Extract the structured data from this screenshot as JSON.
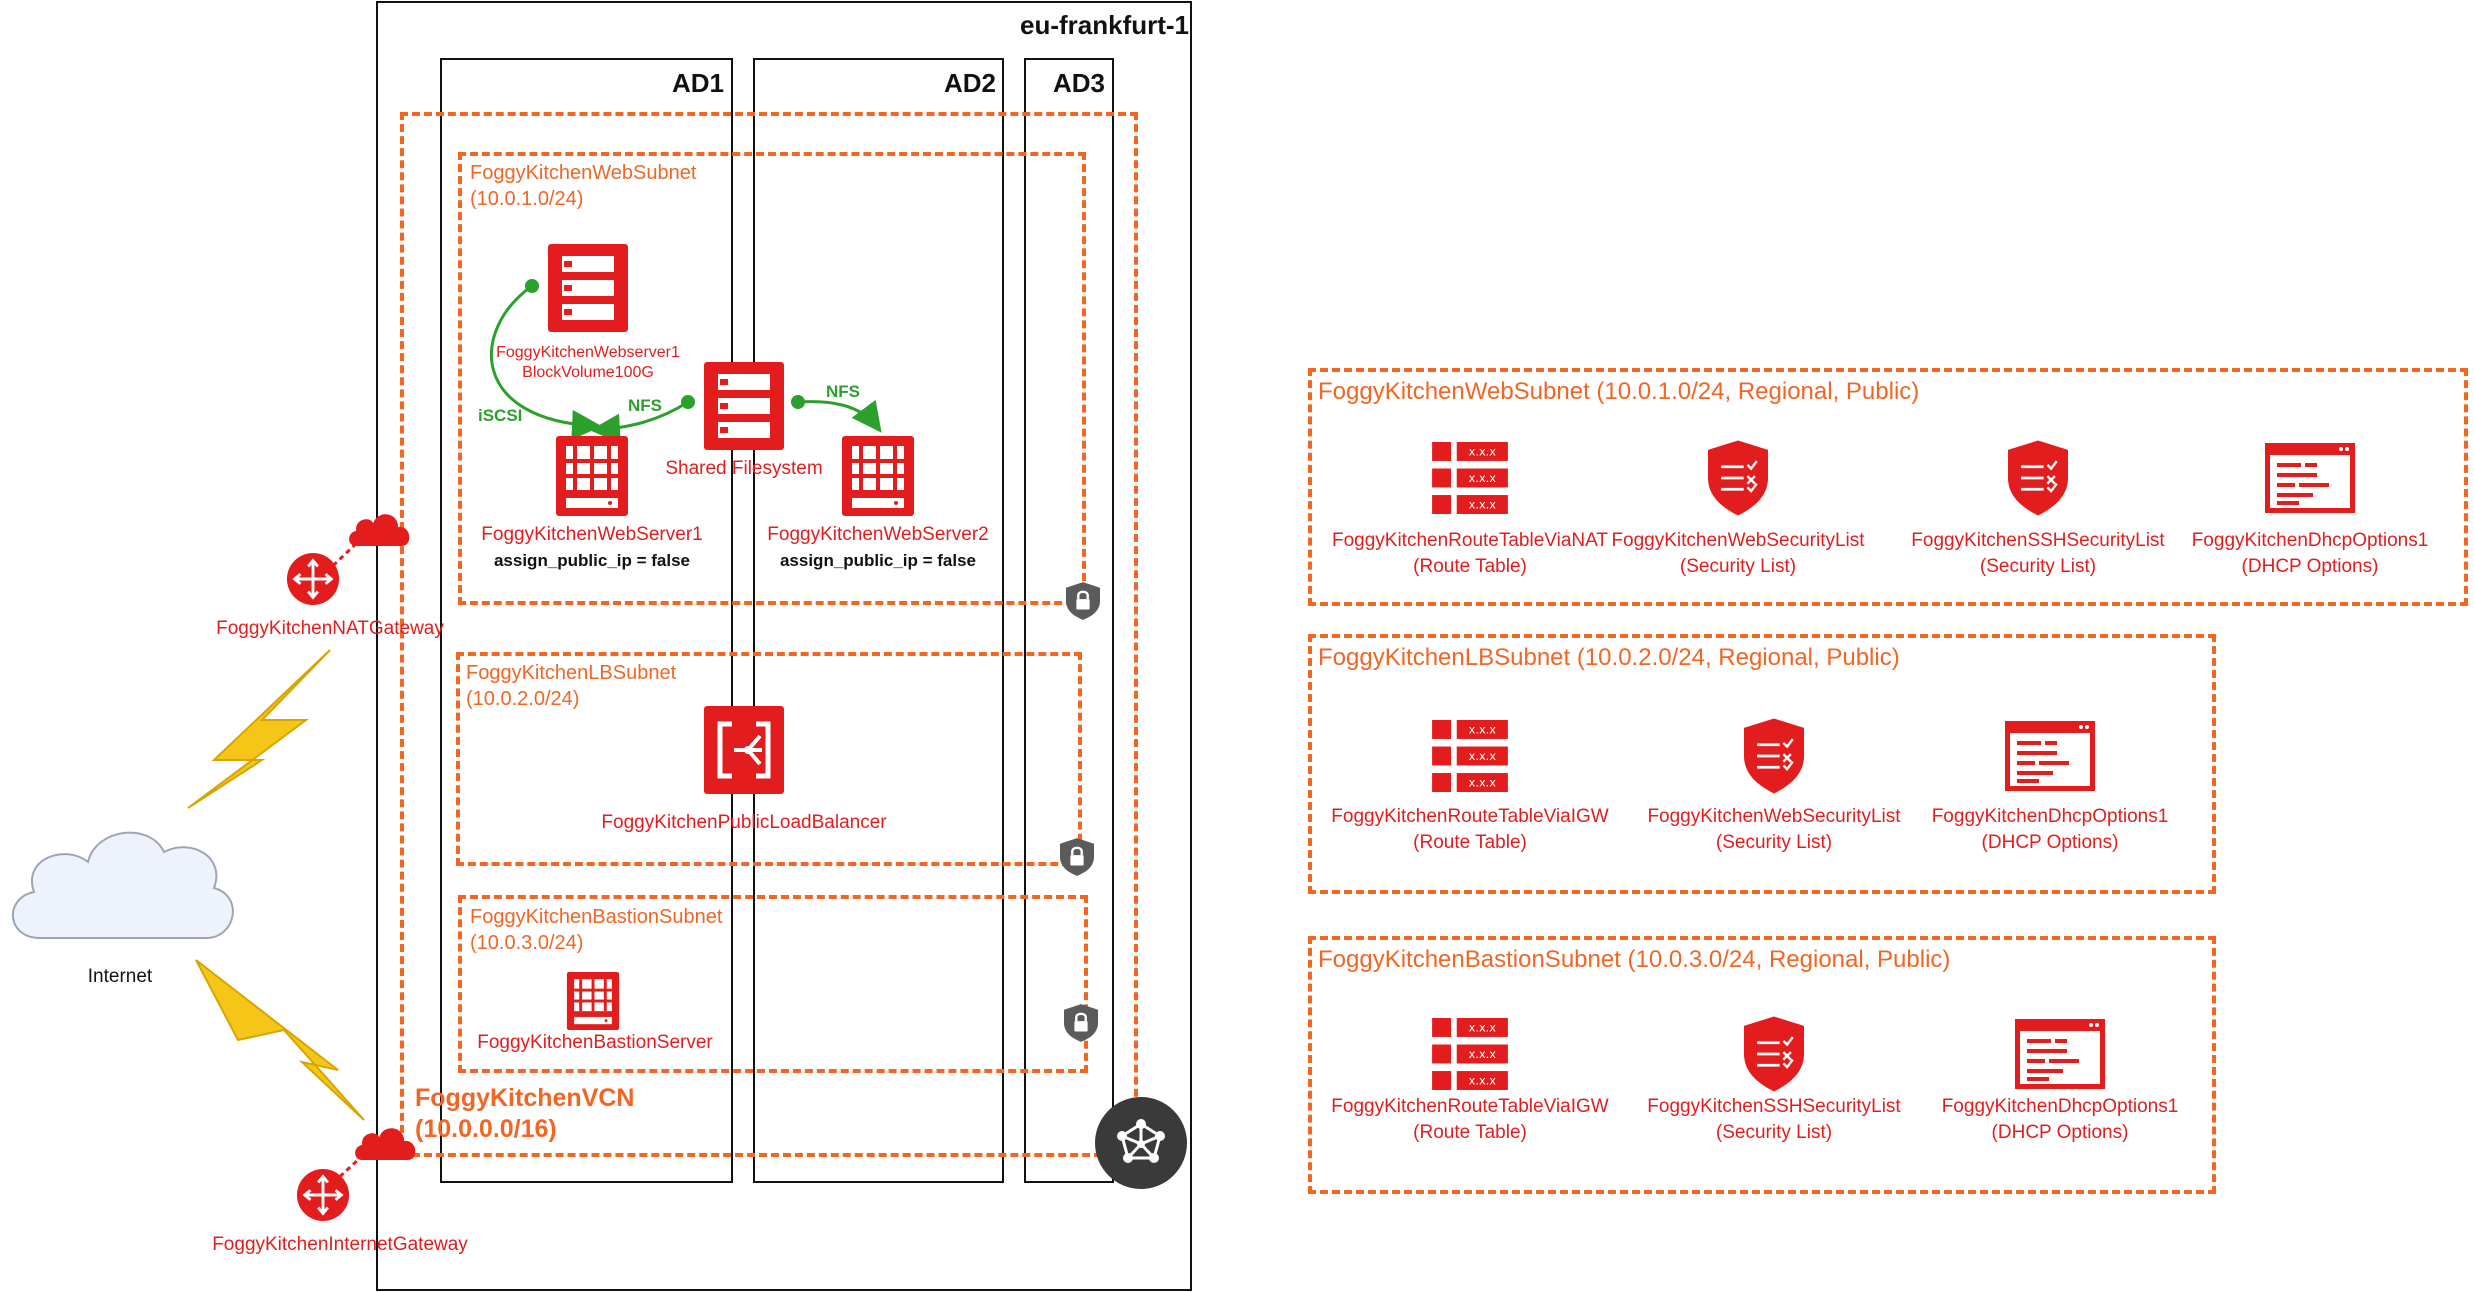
{
  "colors": {
    "accent": "#f26522",
    "oci_red": "#e31d1d",
    "line_green": "#2ca02c",
    "bolt": "#f5c518",
    "lock": "#5b5b5b"
  },
  "region": {
    "name": "eu-frankfurt-1"
  },
  "ads": [
    "AD1",
    "AD2",
    "AD3"
  ],
  "vcn": {
    "name": "FoggyKitchenVCN",
    "cidr": "(10.0.0.0/16)"
  },
  "subnets": {
    "web": {
      "name": "FoggyKitchenWebSubnet",
      "cidr": "(10.0.1.0/24)"
    },
    "lb": {
      "name": "FoggyKitchenLBSubnet",
      "cidr": "(10.0.2.0/24)"
    },
    "bastion": {
      "name": "FoggyKitchenBastionSubnet",
      "cidr": "(10.0.3.0/24)"
    }
  },
  "volume": {
    "line1": "FoggyKitchenWebserver1",
    "line2": "BlockVolume100G",
    "icon": "block-volume-icon"
  },
  "fss": {
    "label": "Shared Filesystem",
    "icon": "file-storage-icon"
  },
  "servers": {
    "web1": {
      "name": "FoggyKitchenWebServer1",
      "note": "assign_public_ip = false",
      "icon": "compute-icon"
    },
    "web2": {
      "name": "FoggyKitchenWebServer2",
      "note": "assign_public_ip = false",
      "icon": "compute-icon"
    },
    "bastion": {
      "name": "FoggyKitchenBastionServer",
      "icon": "compute-icon"
    }
  },
  "connections": {
    "iscsi": "iSCSI",
    "nfs_left": "NFS",
    "nfs_right": "NFS"
  },
  "load_balancer": {
    "name": "FoggyKitchenPublicLoadBalancer",
    "icon": "load-balancer-icon"
  },
  "gateways": {
    "nat": {
      "name": "FoggyKitchenNATGateway",
      "icon": "router-icon"
    },
    "internet": {
      "name": "FoggyKitchenInternetGateway",
      "icon": "router-icon"
    }
  },
  "internet": {
    "label": "Internet",
    "icon": "cloud-icon"
  },
  "panels": [
    {
      "title": "FoggyKitchenWebSubnet (10.0.1.0/24, Regional, Public)",
      "items": [
        {
          "name": "FoggyKitchenRouteTableViaNAT",
          "type": "(Route Table)",
          "icon": "route-table-icon"
        },
        {
          "name": "FoggyKitchenWebSecurityList",
          "type": "(Security List)",
          "icon": "security-list-icon"
        },
        {
          "name": "FoggyKitchenSSHSecurityList",
          "type": "(Security List)",
          "icon": "security-list-icon"
        },
        {
          "name": "FoggyKitchenDhcpOptions1",
          "type": "(DHCP Options)",
          "icon": "dhcp-options-icon"
        }
      ]
    },
    {
      "title": "FoggyKitchenLBSubnet (10.0.2.0/24, Regional, Public)",
      "items": [
        {
          "name": "FoggyKitchenRouteTableViaIGW",
          "type": "(Route Table)",
          "icon": "route-table-icon"
        },
        {
          "name": "FoggyKitchenWebSecurityList",
          "type": "(Security List)",
          "icon": "security-list-icon"
        },
        {
          "name": "FoggyKitchenDhcpOptions1",
          "type": "(DHCP Options)",
          "icon": "dhcp-options-icon"
        }
      ]
    },
    {
      "title": "FoggyKitchenBastionSubnet (10.0.3.0/24, Regional, Public)",
      "items": [
        {
          "name": "FoggyKitchenRouteTableViaIGW",
          "type": "(Route Table)",
          "icon": "route-table-icon"
        },
        {
          "name": "FoggyKitchenSSHSecurityList",
          "type": "(Security List)",
          "icon": "security-list-icon"
        },
        {
          "name": "FoggyKitchenDhcpOptions1",
          "type": "(DHCP Options)",
          "icon": "dhcp-options-icon"
        }
      ]
    }
  ]
}
